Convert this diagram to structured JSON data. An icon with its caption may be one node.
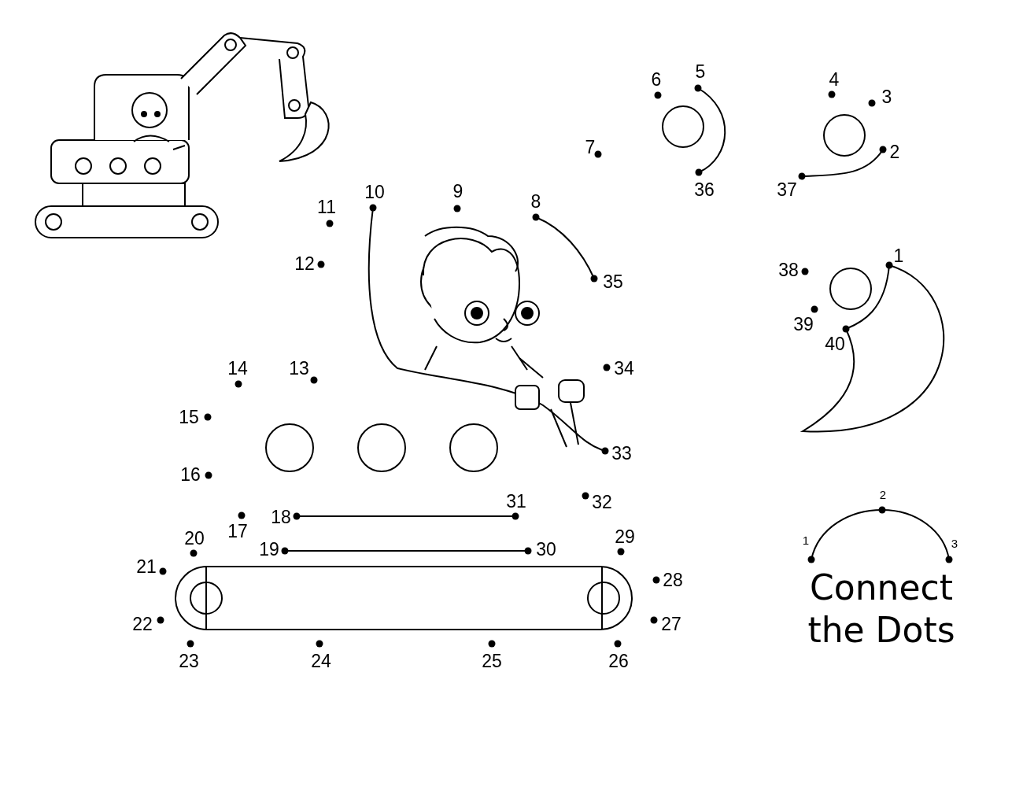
{
  "diagram": {
    "title": "Connect the Dots",
    "labels": [
      "1",
      "2",
      "3",
      "4",
      "5",
      "6",
      "7",
      "8",
      "9",
      "10",
      "11",
      "12",
      "13",
      "14",
      "15",
      "16",
      "17",
      "18",
      "19",
      "20",
      "21",
      "22",
      "23",
      "24",
      "25",
      "26",
      "27",
      "28",
      "29",
      "30",
      "31",
      "32",
      "33",
      "34",
      "35",
      "36",
      "37",
      "38",
      "39",
      "40",
      "1",
      "2",
      "3"
    ]
  }
}
